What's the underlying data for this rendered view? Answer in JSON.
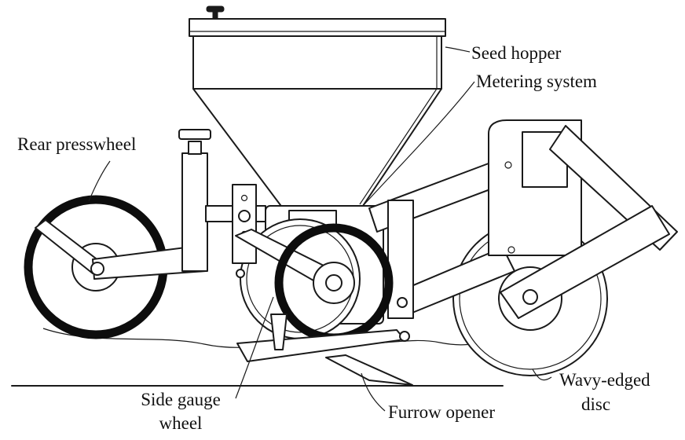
{
  "labels": {
    "seed_hopper": "Seed hopper",
    "metering_system": "Metering system",
    "rear_presswheel": "Rear presswheel",
    "wavy_edged_disc_line1": "Wavy-edged",
    "wavy_edged_disc_line2": "disc",
    "side_gauge_wheel_line1": "Side gauge",
    "side_gauge_wheel_line2": "wheel",
    "furrow_opener": "Furrow opener"
  },
  "colors": {
    "ink": "#1a1a1a",
    "background": "#ffffff"
  }
}
